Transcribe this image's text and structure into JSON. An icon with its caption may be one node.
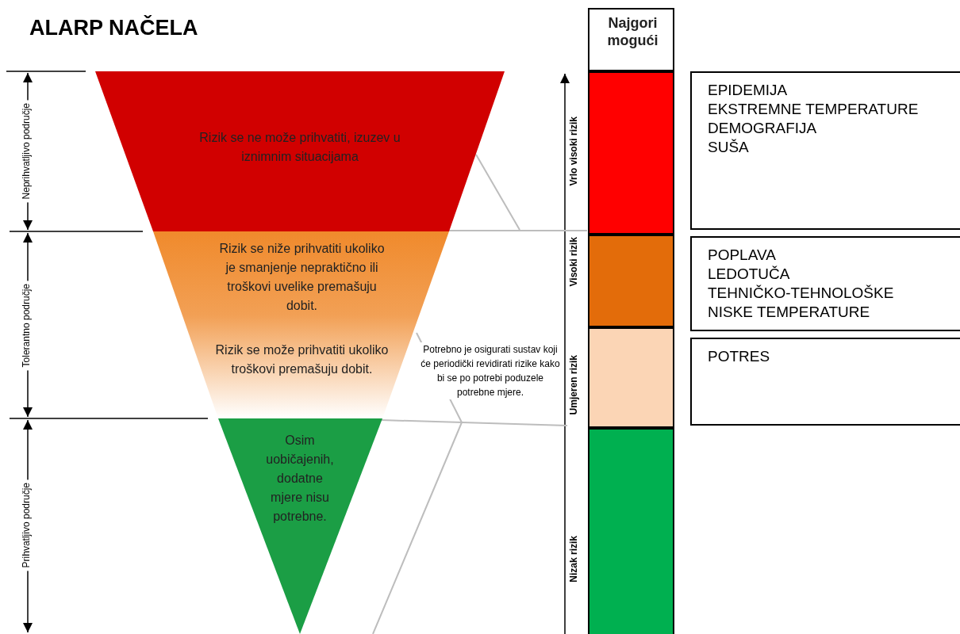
{
  "diagram": {
    "title": "ALARP NAČELA",
    "nodes": [
      {
        "text": [
          "Rizik se ne može prihvatiti, izuzev u iznimnim situacijama"
        ]
      },
      {
        "text": [
          "Rizik se niže prihvatiti ukoliko je smanjenje nepraktično ili troškovi uvelike premašuju dobit.",
          "Rizik se može prihvatiti ukoliko troškovi premašuju dobit."
        ]
      },
      {
        "text": [
          "Osim uobičajenih, dodatne mjere nisu potrebne."
        ]
      },
      {
        "text": [
          "Najgori mogući"
        ]
      },
      {
        "text": [],
        "shape": "bar"
      },
      {
        "text": [],
        "shape": "bar"
      },
      {
        "text": [],
        "shape": "bar"
      },
      {
        "text": [],
        "shape": "bar"
      },
      {
        "text": [
          "EPIDEMIJA",
          "EKSTREMNE TEMPERATURE",
          "DEMOGRAFIJA",
          "SUŠA"
        ]
      },
      {
        "text": [
          "POPLAVA",
          "LEDOTUČA",
          "TEHNIČKO-TEHNOLOŠKE",
          "NISKE TEMPERATURE"
        ]
      },
      {
        "text": [
          "POTRES"
        ]
      }
    ],
    "labels": [
      "Neprihvatljivo područje",
      "Tolerantno područje",
      "Prihvatljivo područje",
      "Vrlo visoki rizik",
      "Visoki rizik",
      "Umjeren rizik",
      "Nizak rizik",
      "Potrebno je osigurati sustav koji će periodički revidirati rizike kako bi se po potrebi poduzele potrebne mjere."
    ]
  }
}
